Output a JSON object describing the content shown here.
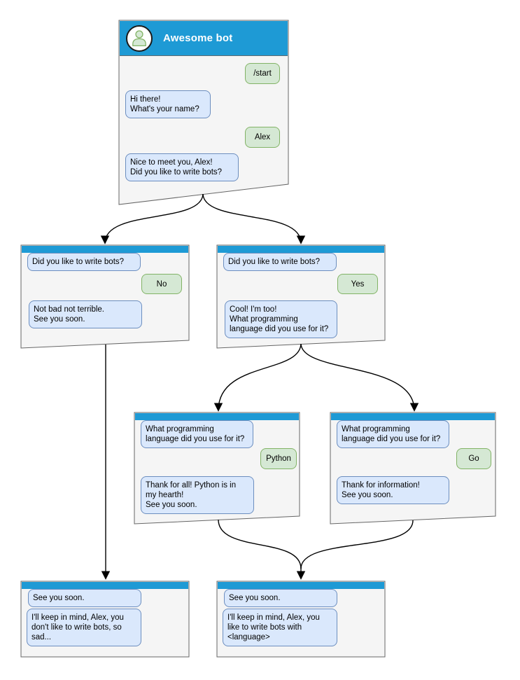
{
  "diagram": {
    "kind": "chatbot conversation flow",
    "colors": {
      "titlebar_blue": "#1e9ad5",
      "window_fill": "#f5f5f5",
      "window_border": "#666666",
      "bot_bubble_fill": "#dae8fc",
      "bot_bubble_border": "#6c8ebf",
      "user_bubble_fill": "#d5e8d4",
      "user_bubble_border": "#82b366"
    },
    "windows": [
      {
        "id": "main",
        "title": "Awesome bot",
        "avatar_icon": "person-icon",
        "messages": [
          {
            "side": "user",
            "text": "/start"
          },
          {
            "side": "bot",
            "text": "Hi there!\nWhat's your name?"
          },
          {
            "side": "user",
            "text": "Alex"
          },
          {
            "side": "bot",
            "text": "Nice to meet you, Alex!\nDid you like to write bots?"
          }
        ]
      },
      {
        "id": "branch-no",
        "messages": [
          {
            "side": "bot",
            "text": "Did you like to write bots?"
          },
          {
            "side": "user",
            "text": "No"
          },
          {
            "side": "bot",
            "text": "Not bad not terrible.\nSee you soon."
          }
        ]
      },
      {
        "id": "branch-yes",
        "messages": [
          {
            "side": "bot",
            "text": "Did you like to write bots?"
          },
          {
            "side": "user",
            "text": "Yes"
          },
          {
            "side": "bot",
            "text": "Cool! I'm too!\nWhat programming\nlanguage did you use for it?"
          }
        ]
      },
      {
        "id": "branch-python",
        "messages": [
          {
            "side": "bot",
            "text": "What programming\nlanguage did you use for it?"
          },
          {
            "side": "user",
            "text": "Python"
          },
          {
            "side": "bot",
            "text": "Thank for all! Python is in\nmy hearth!\nSee you soon."
          }
        ]
      },
      {
        "id": "branch-go",
        "messages": [
          {
            "side": "bot",
            "text": "What programming\nlanguage did you use for it?"
          },
          {
            "side": "user",
            "text": "Go"
          },
          {
            "side": "bot",
            "text": "Thank for information!\nSee you soon."
          }
        ]
      },
      {
        "id": "end-no",
        "messages": [
          {
            "side": "bot",
            "text": "See you soon."
          },
          {
            "side": "bot",
            "text": "I'll keep in mind, Alex, you\ndon't like to write bots, so\nsad..."
          }
        ]
      },
      {
        "id": "end-yes",
        "messages": [
          {
            "side": "bot",
            "text": "See you soon."
          },
          {
            "side": "bot",
            "text": "I'll keep in mind, Alex, you\nlike to write bots with\n<language>"
          }
        ]
      }
    ]
  }
}
